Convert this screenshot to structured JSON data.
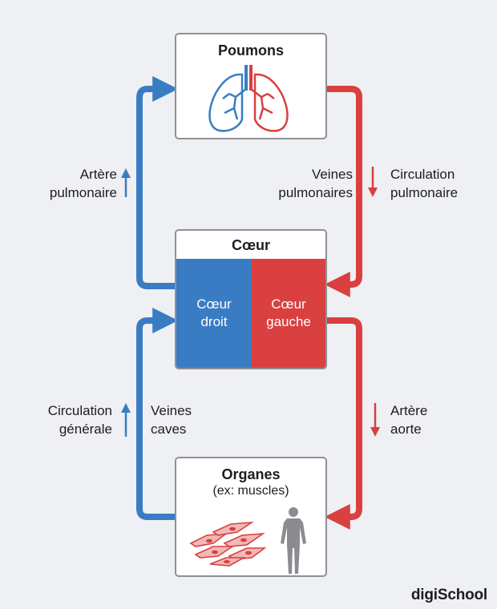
{
  "colors": {
    "blue": "#3a7cc4",
    "red": "#d9403f",
    "box_border": "#8e9096",
    "background": "#eef0f3"
  },
  "nodes": {
    "lungs": {
      "title": "Poumons",
      "icon": "lungs-icon"
    },
    "heart": {
      "title": "Cœur",
      "right_half": "Cœur droit",
      "left_half": "Cœur gauche"
    },
    "organs": {
      "title": "Organes",
      "subtitle": "(ex: muscles)",
      "icons": [
        "cells-icon",
        "human-body-icon"
      ]
    }
  },
  "labels": {
    "artere_pulmonaire": [
      "Artère",
      "pulmonaire"
    ],
    "veines_pulmonaires": [
      "Veines",
      "pulmonaires"
    ],
    "circulation_pulmonaire": [
      "Circulation",
      "pulmonaire"
    ],
    "circulation_generale": [
      "Circulation",
      "générale"
    ],
    "veines_caves": [
      "Veines",
      "caves"
    ],
    "artere_aorte": [
      "Artère",
      "aorte"
    ]
  },
  "logo": {
    "text": "digiSchool"
  }
}
